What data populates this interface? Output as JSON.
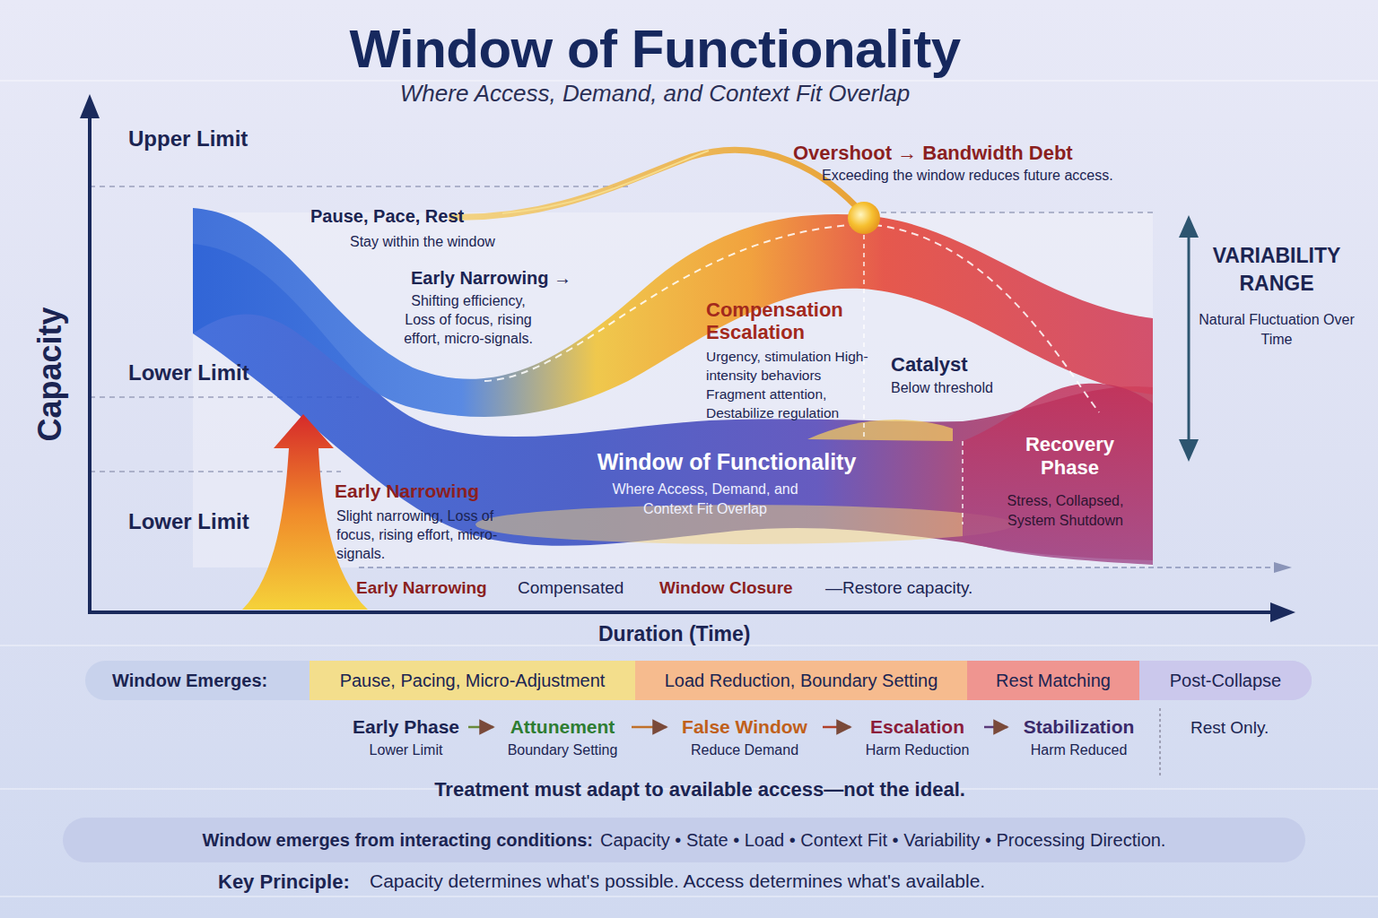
{
  "diagram": {
    "title": "Window of Functionality",
    "caption": "Where Access, Demand, and Context Fit Overlap",
    "nodes": [
      {
        "text": [
          "Window Emerges:"
        ]
      },
      {
        "text": [
          "Pause, Pacing, Micro-Adjustment"
        ],
        "in": 0
      },
      {
        "text": [
          "Load Reduction, Boundary Setting"
        ],
        "in": 0
      },
      {
        "text": [
          "Rest Matching"
        ],
        "in": 0
      },
      {
        "text": [
          "Post-Collapse"
        ],
        "in": 0
      },
      {
        "text": [
          "Early Phase",
          "Lower Limit"
        ]
      },
      {
        "text": [
          "Attunement",
          "Boundary Setting"
        ]
      },
      {
        "text": [
          "False Window",
          "Reduce Demand"
        ]
      },
      {
        "text": [
          "Escalation",
          "Harm Reduction"
        ]
      },
      {
        "text": [
          "Stabilization",
          "Harm Reduced"
        ]
      },
      {
        "text": [
          "Window emerges from interacting conditions:",
          "Capacity • State • Load • Context Fit • Variability • Processing Direction."
        ]
      }
    ],
    "edges": [
      {
        "from": 5,
        "to": 6,
        "arrow": "to"
      },
      {
        "from": 6,
        "to": 7,
        "arrow": "to"
      },
      {
        "from": 7,
        "to": 8,
        "arrow": "to"
      },
      {
        "from": 8,
        "to": 9,
        "arrow": "to"
      }
    ],
    "labels": [
      "Capacity",
      "Upper Limit",
      "Pause, Pace, Rest",
      "Stay within the window",
      "Early Narrowing →",
      "Shifting efficiency, Loss of focus, rising effort, micro-signals.",
      "Overshoot → Bandwidth Debt",
      "Exceeding the window reduces future access.",
      "Lower Limit",
      "Compensation Escalation",
      "Urgency, stimulation High-intensity behaviors Fragment attention, Destabilize regulation",
      "Catalyst",
      "Below threshold",
      "VARIABILITY RANGE",
      "Natural Fluctuation Over Time",
      "Window of Functionality",
      "Where Access, Demand, and Context Fit Overlap",
      "Recovery Phase",
      "Stress, Collapsed, System Shutdown",
      "Lower Limit",
      "Early Narrowing",
      "Slight narrowing, Loss of focus, rising effort, micro-signals.",
      "Early Narrowing",
      "Compensated",
      "Window Closure",
      "—Restore capacity.",
      "Duration (Time)",
      "Treatment must adapt to available access—not the ideal.",
      "Rest Only.",
      "Key Principle:",
      "Capacity determines what's possible. Access determines what's available."
    ]
  }
}
